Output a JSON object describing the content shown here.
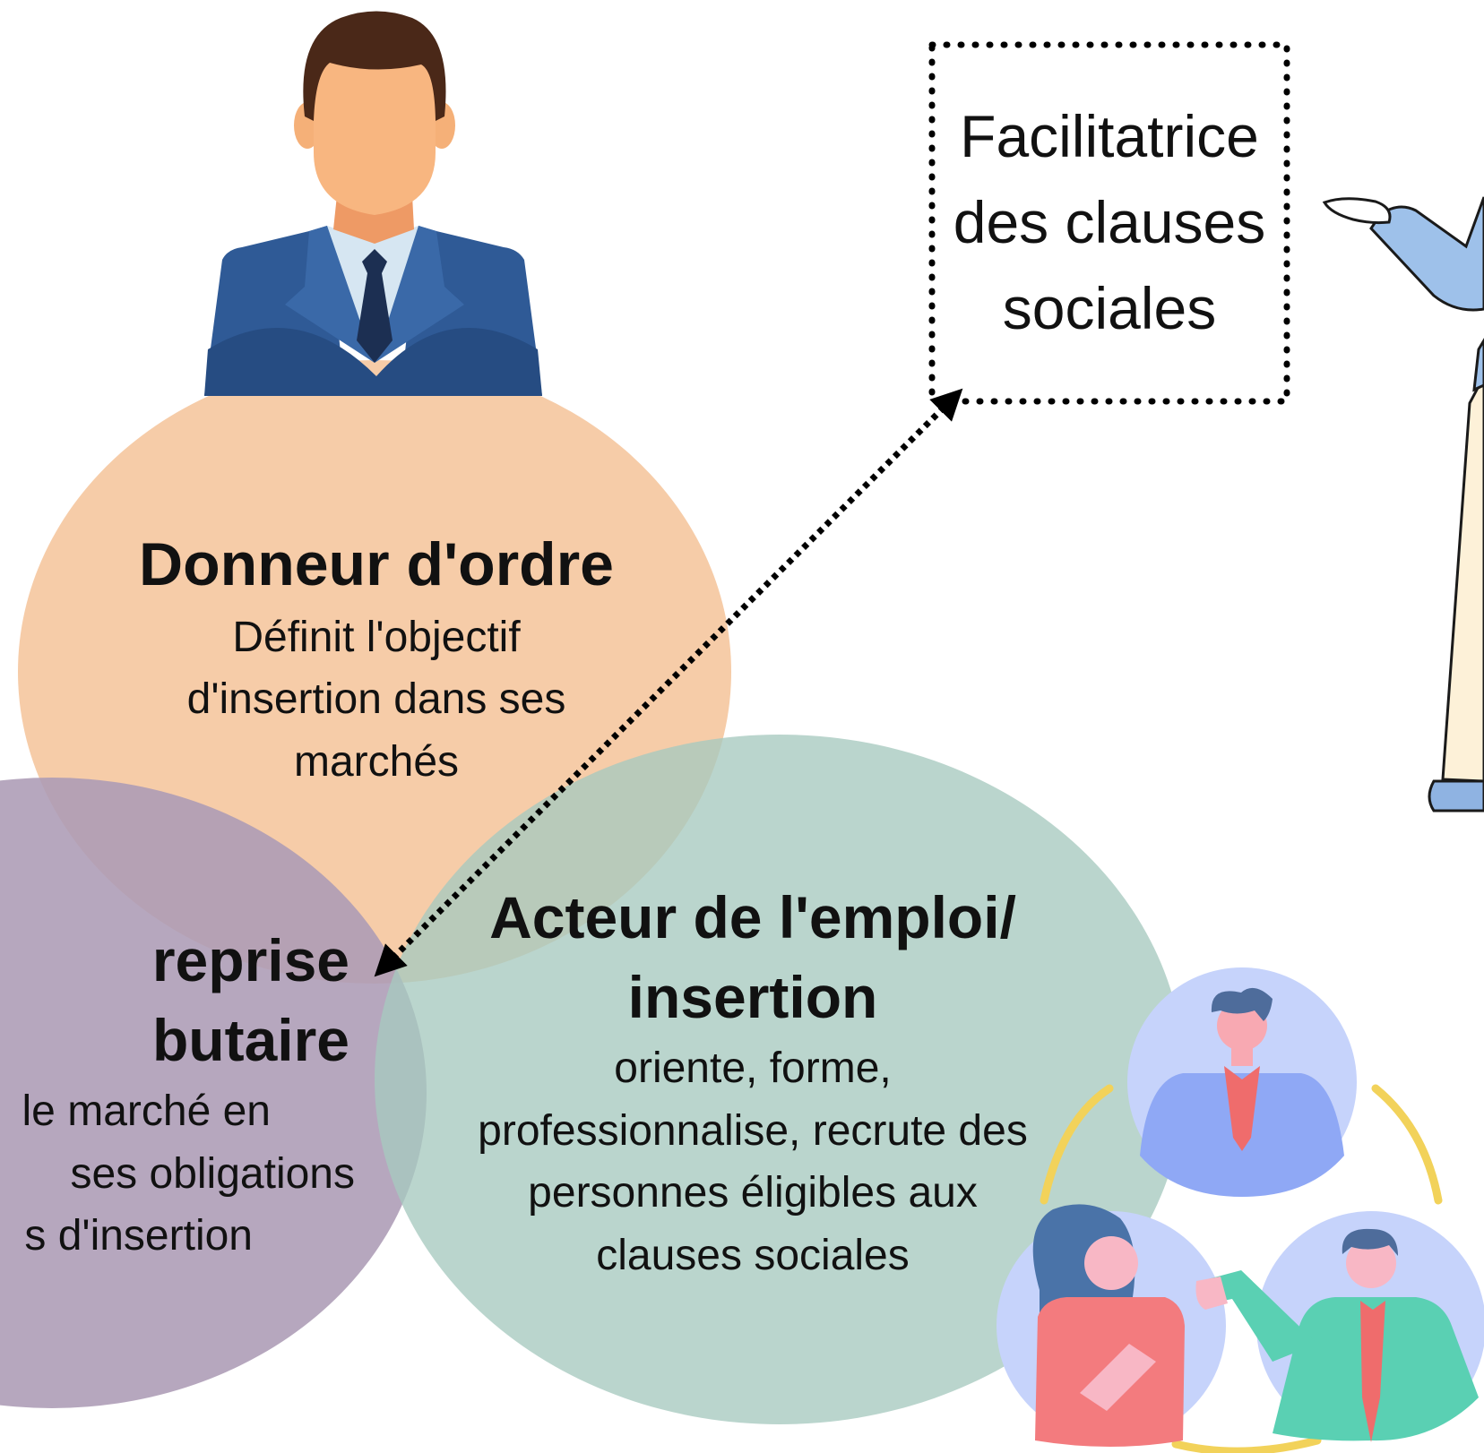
{
  "facilitatrice": {
    "line1": "Facilitatrice",
    "line2": "des clauses",
    "line3": "sociales"
  },
  "donneur": {
    "title": "Donneur d'ordre",
    "desc1": "Définit l'objectif",
    "desc2": "d'insertion dans ses",
    "desc3": "marchés"
  },
  "acteur": {
    "title1": "Acteur de l'emploi/",
    "title2": "insertion",
    "desc1": "oriente, forme,",
    "desc2": "professionnalise, recrute des",
    "desc3": "personnes éligibles aux",
    "desc4": "clauses sociales"
  },
  "entreprise": {
    "title1": "reprise",
    "title2": "butaire",
    "desc1": "le marché en",
    "desc2": "ses obligations",
    "desc3": "s d'insertion"
  },
  "colors": {
    "donneur_circle": "#f5c9a3",
    "acteur_circle": "#aecec5",
    "entreprise_circle": "#ac9bb5",
    "people_circle": "#c6d3fb",
    "arrow": "#000000"
  }
}
